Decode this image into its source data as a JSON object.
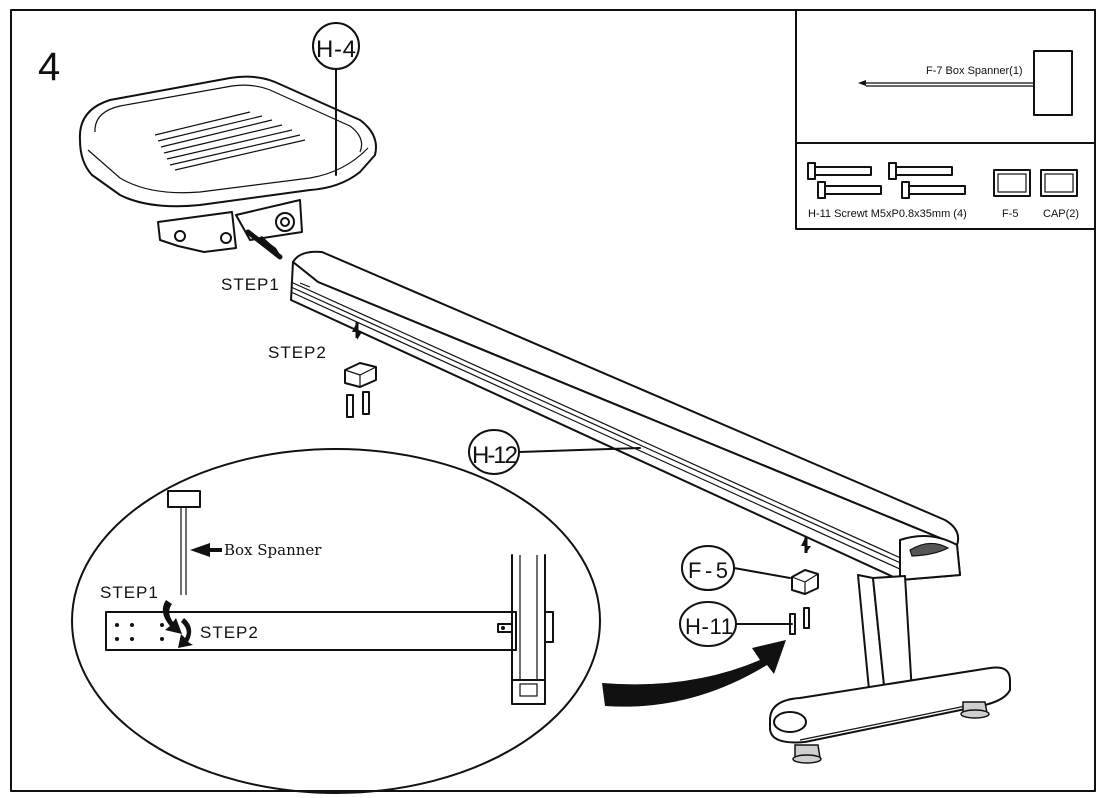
{
  "step_number": "4",
  "labels": {
    "seat": "H-4",
    "beam": "H-12",
    "cap": "F-5",
    "screw": "H-11"
  },
  "steps": {
    "step1": "STEP1",
    "step2": "STEP2"
  },
  "detail": {
    "box_spanner": "Box Spanner",
    "step1": "STEP1",
    "step2": "STEP2"
  },
  "parts_panel": {
    "tool_label": "F-7  Box Spanner(1)",
    "screw_label": "H-11  Screwt M5xP0.8x35mm  (4)",
    "f5_label": "F-5",
    "cap_label": "CAP(2)"
  }
}
